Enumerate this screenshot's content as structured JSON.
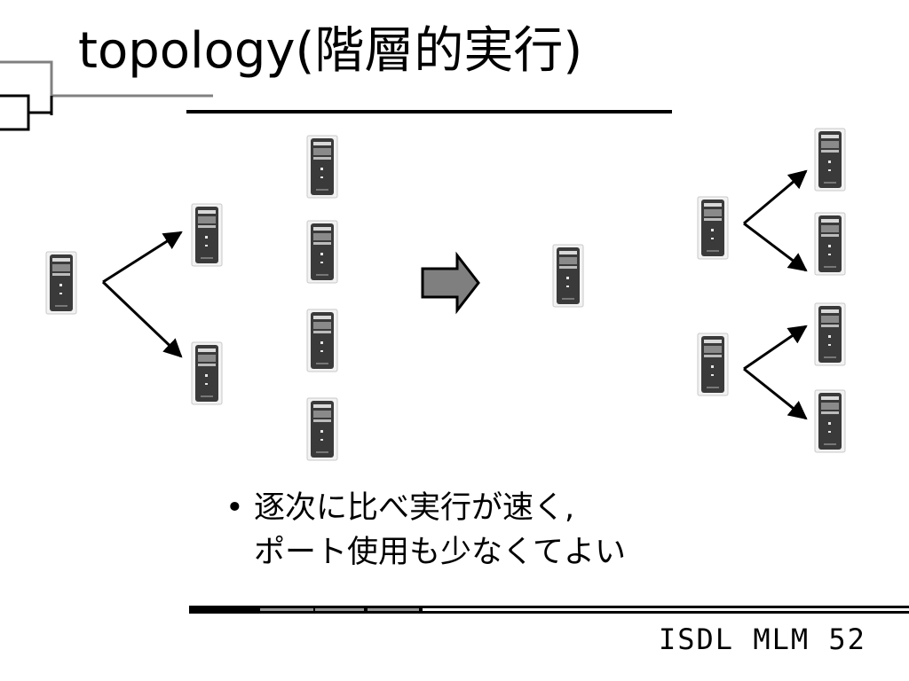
{
  "slide": {
    "title": "topology(階層的実行)",
    "bullet_marker": "•",
    "bullet_line1": "逐次に比べ実行が速く,",
    "bullet_line2": "ポート使用も少なくてよい",
    "footer": "ISDL MLM 52"
  },
  "icons": {
    "computer": "computer-tower-icon",
    "transition": "right-arrow-icon"
  },
  "colors": {
    "text": "#000000",
    "decor_gray": "#808080",
    "arrow_fill": "#7f7f7f",
    "computer_body": "#3a3a3a"
  }
}
